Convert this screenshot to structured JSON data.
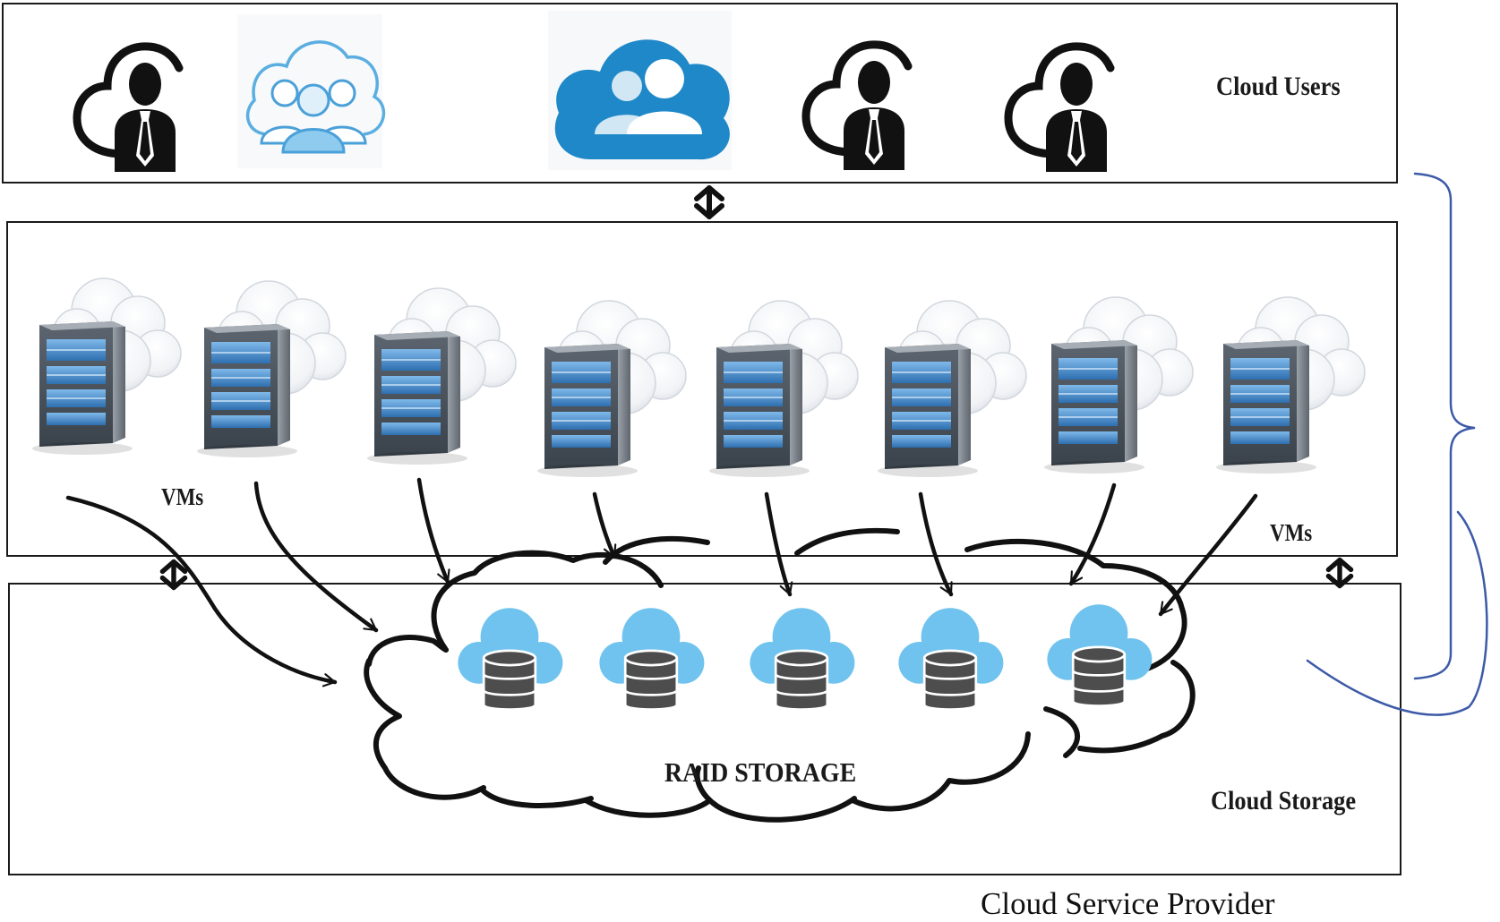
{
  "labels": {
    "cloud_users": "Cloud Users",
    "vms_left": "VMs",
    "vms_right": "VMs",
    "raid_storage": "RAID STORAGE",
    "cloud_storage": "Cloud Storage",
    "cloud_service_provider": "Cloud Service Provider"
  },
  "icons": {
    "users": [
      "person-cloud-icon",
      "group-cloud-icon",
      "users-cloud-icon",
      "person-cloud-icon",
      "person-cloud-icon"
    ],
    "vm": "server-cloud-icon",
    "storage": "database-cloud-icon",
    "connector": "double-arrow-icon"
  },
  "counts": {
    "vm_servers": 8,
    "storage_nodes": 5
  },
  "colors": {
    "line": "#111111",
    "brace": "#3d5aa8",
    "cloud_blue": "#1e88c8",
    "light_blue": "#6fc3ee",
    "group_outline": "#4aa0d8",
    "server_blue": "#3f7fc0",
    "db_gray": "#4d4d4d"
  }
}
